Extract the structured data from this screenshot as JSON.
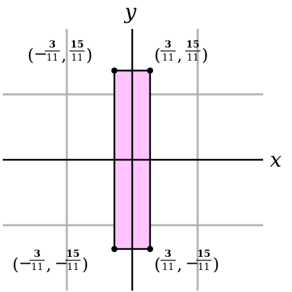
{
  "axes": {
    "x_label": "x",
    "y_label": "y"
  },
  "colors": {
    "grid": "#b3b3b3",
    "axis": "#000000",
    "rectangle_fill": "#ffc4ff",
    "rectangle_stroke": "#000000",
    "point": "#000000"
  },
  "rectangle": {
    "x_min": -0.2727,
    "x_max": 0.2727,
    "y_min": -1.3636,
    "y_max": 1.3636
  },
  "grid_lines": {
    "x": [
      -1,
      1
    ],
    "y": [
      -1,
      1
    ]
  },
  "points": [
    {
      "id": "top-left",
      "x": -0.2727,
      "y": 1.3636,
      "label": {
        "x_sign": "−",
        "x_num": "3",
        "x_den": "11",
        "y_sign": "",
        "y_num": "15",
        "y_den": "11"
      }
    },
    {
      "id": "top-right",
      "x": 0.2727,
      "y": 1.3636,
      "label": {
        "x_sign": "",
        "x_num": "3",
        "x_den": "11",
        "y_sign": "",
        "y_num": "15",
        "y_den": "11"
      }
    },
    {
      "id": "bottom-left",
      "x": -0.2727,
      "y": -1.3636,
      "label": {
        "x_sign": "−",
        "x_num": "3",
        "x_den": "11",
        "y_sign": "−",
        "y_num": "15",
        "y_den": "11"
      }
    },
    {
      "id": "bottom-right",
      "x": 0.2727,
      "y": -1.3636,
      "label": {
        "x_sign": "",
        "x_num": "3",
        "x_den": "11",
        "y_sign": "−",
        "y_num": "15",
        "y_den": "11"
      }
    }
  ]
}
